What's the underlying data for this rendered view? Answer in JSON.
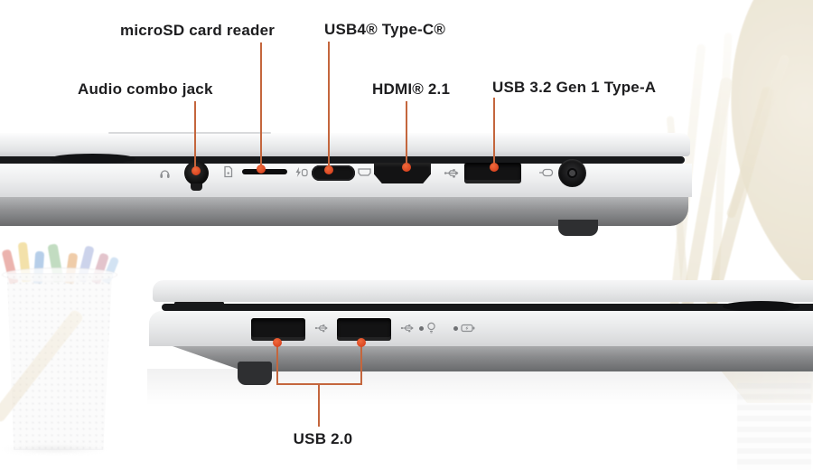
{
  "colors": {
    "accent_dot": "#e0512b",
    "leader_line": "#c4663d",
    "label_text": "#1d1d1f"
  },
  "top_view": {
    "labels": {
      "microsd": "microSD card reader",
      "usb4": "USB4® Type-C®",
      "audio": "Audio combo jack",
      "hdmi": "HDMI® 2.1",
      "usb32": "USB 3.2 Gen 1 Type-A"
    },
    "icons": [
      "headset-icon",
      "sd-card-icon",
      "usb4-lightning-icon",
      "hdmi-icon",
      "usb-superspeed-icon",
      "dc-in-icon"
    ]
  },
  "bottom_view": {
    "labels": {
      "usb20": "USB 2.0"
    },
    "icons": [
      "usb-icon",
      "usb-icon",
      "power-led-icon",
      "battery-led-icon"
    ]
  }
}
